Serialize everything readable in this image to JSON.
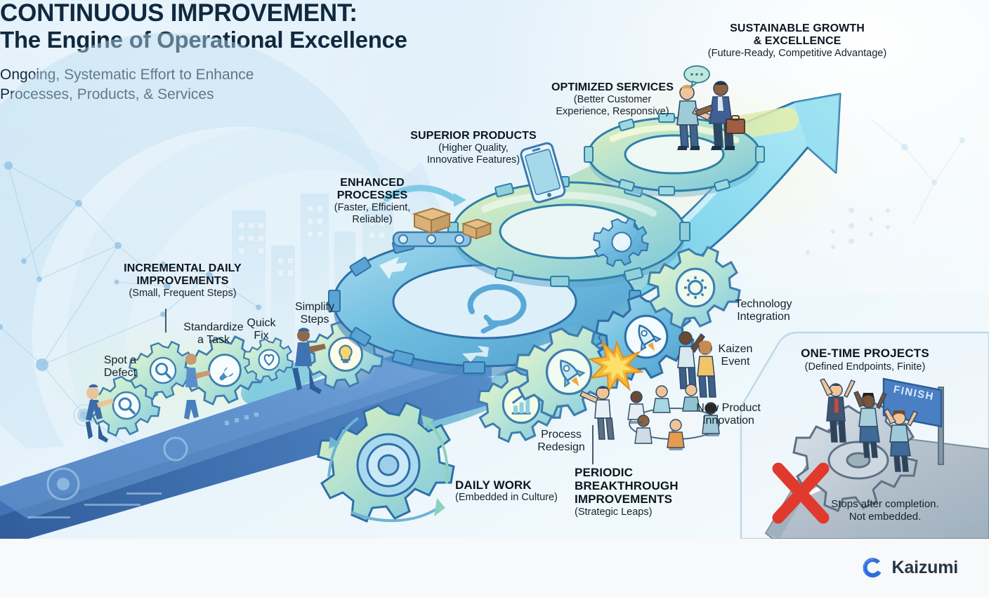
{
  "title": {
    "line1": "CONTINUOUS IMPROVEMENT:",
    "line2": "The Engine of Operational Excellence",
    "desc_line1": "Ongoing, Systematic Effort to Enhance",
    "desc_line2": "Processes, Products, & Services"
  },
  "captions": {
    "sustainable_growth": {
      "heading_line1": "SUSTAINABLE GROWTH",
      "heading_line2": "& EXCELLENCE",
      "sub": "(Future-Ready, Competitive Advantage)"
    },
    "optimized_services": {
      "heading": "OPTIMIZED SERVICES",
      "sub_line1": "(Better Customer",
      "sub_line2": "Experience, Responsive)"
    },
    "superior_products": {
      "heading": "SUPERIOR PRODUCTS",
      "sub_line1": "(Higher Quality,",
      "sub_line2": "Innovative Features)"
    },
    "enhanced_processes": {
      "heading_line1": "ENHANCED",
      "heading_line2": "PROCESSES",
      "sub_line1": "(Faster, Efficient,",
      "sub_line2": "Reliable)"
    },
    "incremental_daily": {
      "heading_line1": "INCREMENTAL DAILY",
      "heading_line2": "IMPROVEMENTS",
      "sub": "(Small, Frequent Steps)"
    },
    "daily_work": {
      "heading": "DAILY WORK",
      "sub": "(Embedded in Culture)"
    },
    "periodic_breakthrough": {
      "heading_line1": "PERIODIC",
      "heading_line2": "BREAKTHROUGH",
      "heading_line3": "IMPROVEMENTS",
      "sub": "(Strategic Leaps)"
    },
    "one_time_projects": {
      "heading": "ONE-TIME PROJECTS",
      "sub": "(Defined Endpoints, Finite)",
      "note_line1": "Stops after completion.",
      "note_line2": "Not embedded."
    }
  },
  "steps": {
    "spot_defect_line1": "Spot a",
    "spot_defect_line2": "Defect",
    "standardize_line1": "Standardize",
    "standardize_line2": "a Task",
    "quick_fix_line1": "Quick",
    "quick_fix_line2": "Fix",
    "simplify_line1": "Simplify",
    "simplify_line2": "Steps"
  },
  "annotations": {
    "technology_integration_line1": "Technology",
    "technology_integration_line2": "Integration",
    "kaizen_event_line1": "Kaizen",
    "kaizen_event_line2": "Event",
    "new_product_line1": "New Product",
    "new_product_line2": "Innovation",
    "process_redesign_line1": "Process",
    "process_redesign_line2": "Redesign"
  },
  "finish_banner": "FINISH",
  "footer": {
    "brand": "Kaizumi"
  },
  "colors": {
    "title_navy": "#10293f",
    "body_ink": "#17222c",
    "brand_blue": "#2f6fdc",
    "brand_text": "#253746",
    "ramp_blue": "#4a7fc1",
    "ramp_blue_dark": "#2e5d9e",
    "gear_blue": "#5ba7d9",
    "gear_teal": "#8fd3d1",
    "gear_green": "#cfe8a8",
    "arrow_cyan": "#63c3e0",
    "accent_yellow": "#f5d76e",
    "red_x": "#e03a2f",
    "panel_bg": "#eaf3fa",
    "footer_bg": "#f7f9fb",
    "canvas_top": "#dceefa"
  }
}
